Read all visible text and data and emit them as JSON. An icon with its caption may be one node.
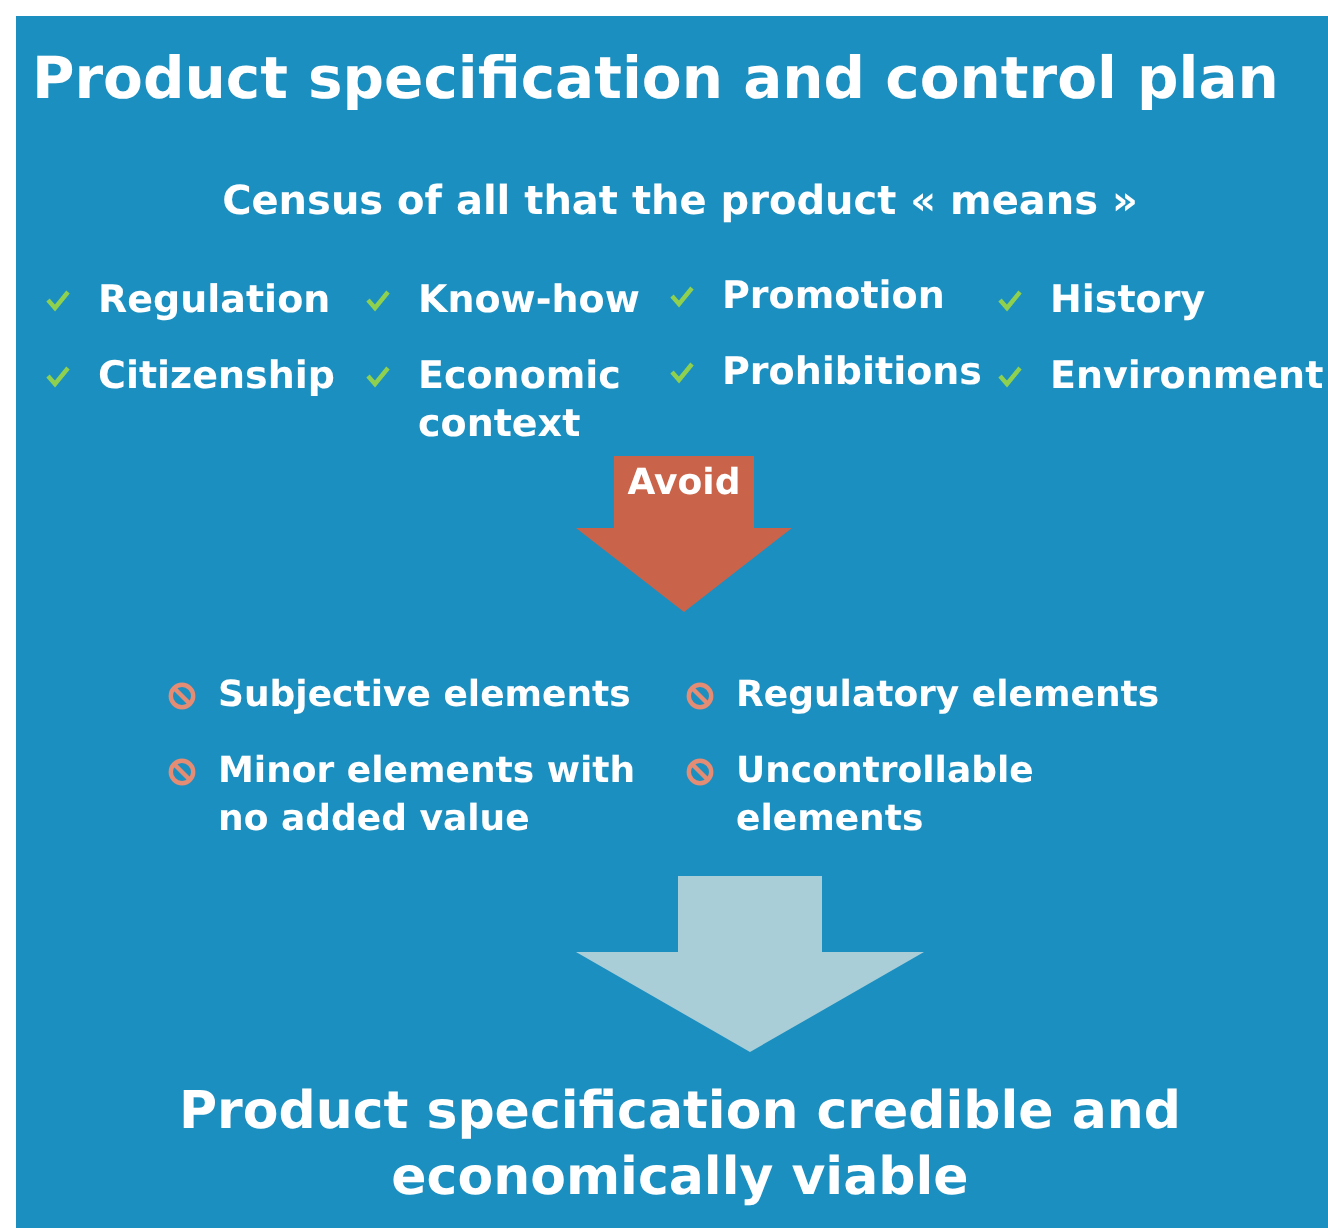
{
  "diagram": {
    "title": "Product specification and control plan",
    "nodes": [
      {
        "text": [
          "Census of all that the product « means »"
        ]
      },
      {
        "text": [
          "Avoid"
        ]
      },
      {
        "text": [],
        "shape": "arrow"
      },
      {
        "text": [
          "Product specification credible and economically viable"
        ]
      }
    ],
    "labels": [
      "Regulation",
      "Know-how",
      "Promotion",
      "History",
      "Citizenship",
      "Economic context",
      "Prohibitions",
      "Environment",
      "Subjective elements",
      "Regulatory elements",
      "Minor elements with no added value",
      "Uncontrollable elements"
    ]
  }
}
